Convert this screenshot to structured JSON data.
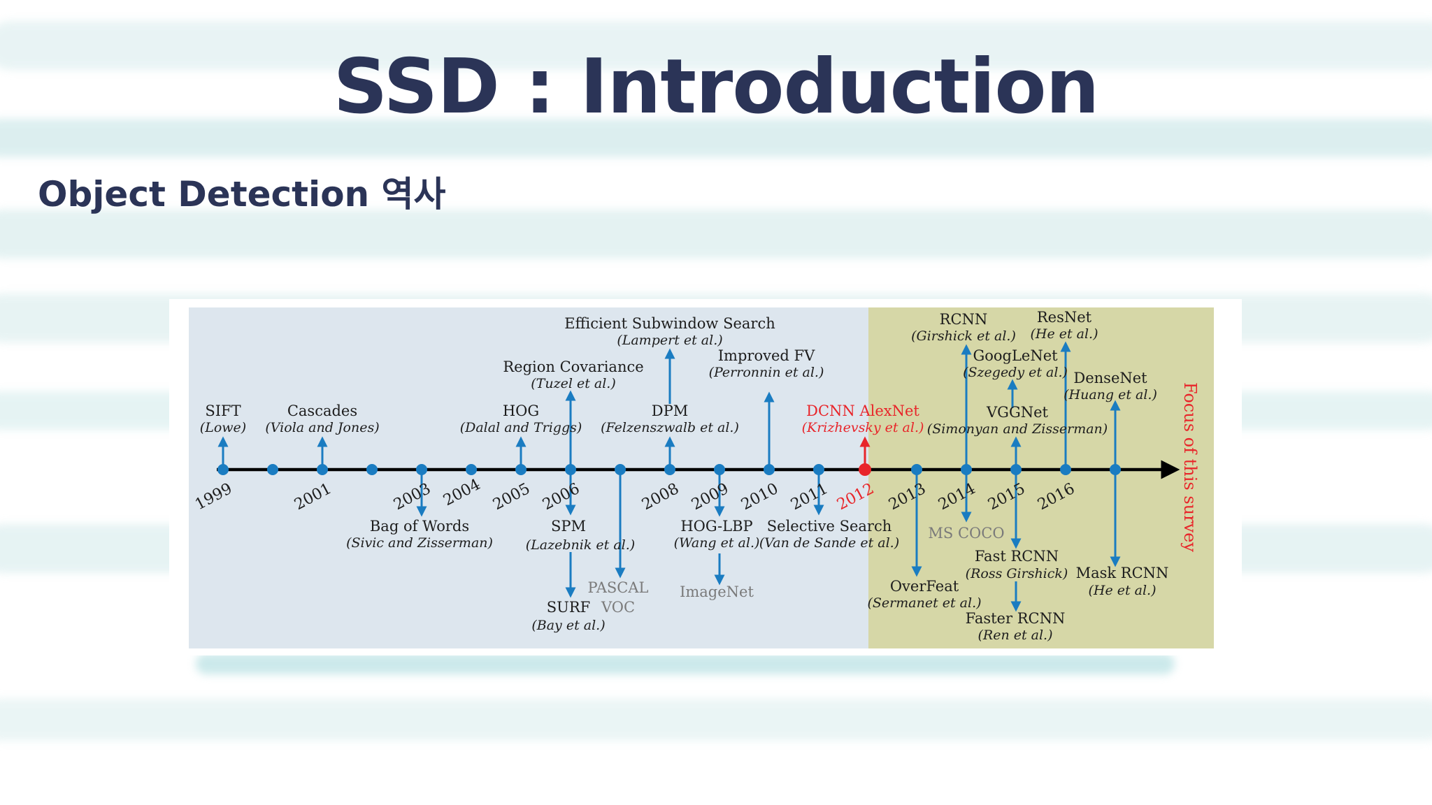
{
  "slide": {
    "title": "SSD : Introduction",
    "subtitle": "Object Detection 역사"
  },
  "colors": {
    "title": "#2b3457",
    "left_panel": "#dde6ee",
    "right_panel": "#d6d7a7",
    "arrow": "#1a7cc1",
    "highlight": "#e8252a"
  },
  "diagram": {
    "focus_label": "Focus of this survey",
    "years": [
      "1999",
      "2001",
      "2003",
      "2004",
      "2005",
      "2006",
      "2008",
      "2009",
      "2010",
      "2011",
      "2012",
      "2013",
      "2014",
      "2015",
      "2016"
    ],
    "labels": {
      "sift": "SIFT",
      "sift_a": "(Lowe)",
      "cascades": "Cascades",
      "cascades_a": "(Viola and Jones)",
      "hog": "HOG",
      "hog_a": "(Dalal and Triggs)",
      "regcov": "Region Covariance",
      "regcov_a": "(Tuzel et al.)",
      "ess": "Efficient Subwindow Search",
      "ess_a": "(Lampert et al.)",
      "dpm": "DPM",
      "dpm_a": "(Felzenszwalb et al.)",
      "ifv": "Improved FV",
      "ifv_a": "(Perronnin et al.)",
      "dcnn": "DCNN AlexNet",
      "dcnn_a": "(Krizhevsky et al.)",
      "rcnn": "RCNN",
      "rcnn_a": "(Girshick et al.)",
      "googlenet": "GoogLeNet",
      "googlenet_a": "(Szegedy et al.)",
      "resnet": "ResNet",
      "resnet_a": "(He et al.)",
      "vggnet": "VGGNet",
      "vggnet_a": "(Simonyan and Zisserman)",
      "densenet": "DenseNet",
      "densenet_a": "(Huang et al.)",
      "bow": "Bag of Words",
      "bow_a": "(Sivic and Zisserman)",
      "spm": "SPM",
      "spm_a": "(Lazebnik et al.)",
      "surf": "SURF",
      "surf_a": "(Bay et al.)",
      "pascal": "PASCAL",
      "voc": "VOC",
      "hoglbp": "HOG-LBP",
      "hoglbp_a": "(Wang et al.)",
      "imagenet": "ImageNet",
      "selsearch": "Selective Search",
      "selsearch_a": "(Van de Sande et al.)",
      "overfeat": "OverFeat",
      "overfeat_a": "(Sermanet et al.)",
      "mscoco": "MS COCO",
      "fastrcnn": "Fast RCNN",
      "fastrcnn_a": "(Ross Girshick)",
      "fasterrcnn": "Faster RCNN",
      "fasterrcnn_a": "(Ren et al.)",
      "maskrcnn": "Mask RCNN",
      "maskrcnn_a": "(He et al.)"
    }
  }
}
